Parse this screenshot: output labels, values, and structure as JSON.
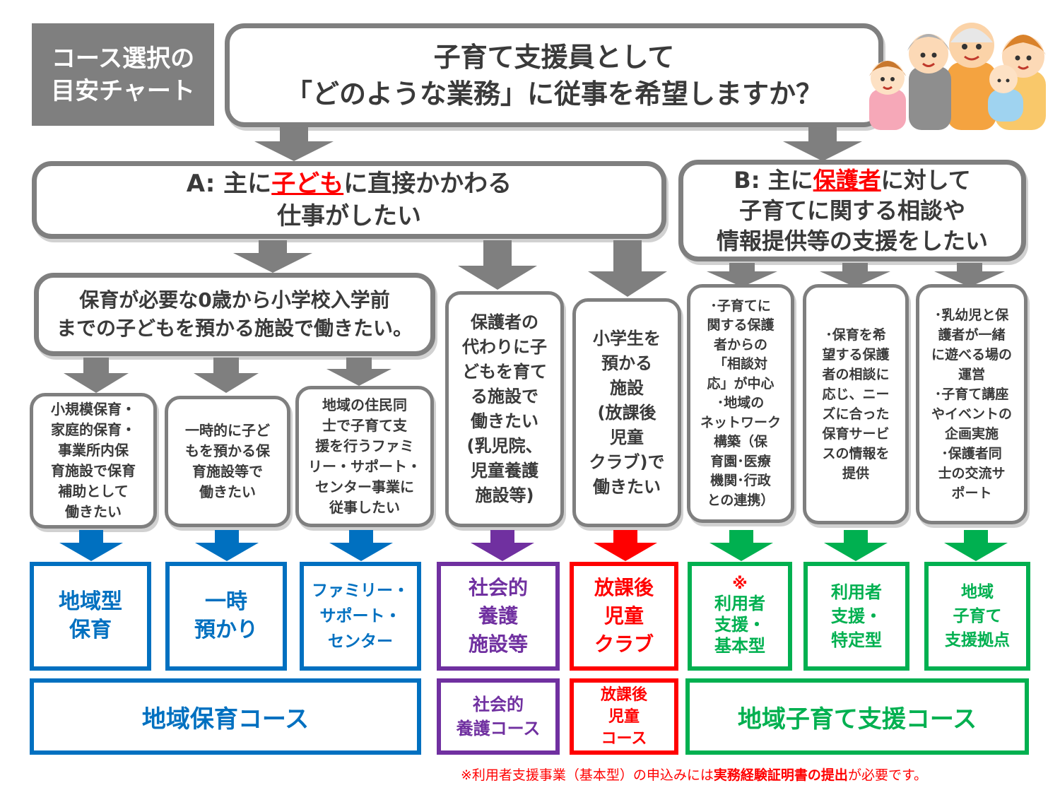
{
  "badge": {
    "label": "コース選択の\n目安チャート"
  },
  "question": {
    "line1": "子育て支援員として",
    "line2": "「どのような業務」に従事を希望しますか？"
  },
  "branch_a": {
    "prefix": "A:  主に",
    "highlight": "子ども",
    "suffix": "に直接かかわる",
    "line2": "仕事がしたい"
  },
  "branch_b": {
    "prefix": "B:  主に",
    "highlight": "保護者",
    "suffix": "に対して",
    "line2": "子育てに関する相談や",
    "line3": "情報提供等の支援をしたい"
  },
  "sub_a1": {
    "text": "保育が必要な0歳から小学校入学前\nまでの子どもを預かる施設で働きたい。"
  },
  "options": {
    "shokibo": "小規模保育・\n家庭的保育・\n事業所内保\n育施設で保育\n補助として\n働きたい",
    "ichiji": "一時的に子ど\nもを預かる保\n育施設等で\n働きたい",
    "family": "地域の住民同\n士で子育て支\n援を行うファミ\nリー・サポート・\nセンター事業に\n従事したい",
    "yogo": "保護者の\n代わりに子\nどもを育て\nる施設で\n働きたい\n(乳児院、\n児童養護\n施設等)",
    "houkago": "小学生を\n預かる\n施設\n(放課後\n児童\nクラブ)で\n働きたい",
    "kihon": "･子育てに\n関する保護\n者からの\n「相談対\n応」が中心\n･地域の\nネットワーク\n構築（保\n育園･医療\n機関･行政\nとの連携）",
    "tokutei": "･保育を希\n望する保護\n者の相談に\n応じ、ニー\nズに合った\n保育サービ\nスの情報を\n提供",
    "kyoten": "･乳幼児と保\n護者が一緒\nに遊べる場の\n運営\n･子育て講座\nやイベントの\n企画実施\n･保護者同\n士の交流サ\nポート"
  },
  "programs": {
    "chiiki_hoiku": "地域型\n保育",
    "ichiji": "一時\n預かり",
    "family": "ファミリー・\nサポート・\nセンター",
    "yogo": "社会的\n養護\n施設等",
    "houkago": "放課後\n児童\nクラブ",
    "kihon_mark": "※",
    "kihon": "利用者\n支援・\n基本型",
    "tokutei": "利用者\n支援・\n特定型",
    "kyoten": "地域\n子育て\n支援拠点"
  },
  "courses": {
    "hoiku": "地域保育コース",
    "yogo": "社会的\n養護コース",
    "houkago": "放課後\n児童\nコース",
    "kosodate": "地域子育て支援コース"
  },
  "footnote": {
    "pre": "※利用者支援事業（基本型）の申込みには",
    "bold": "実務経験証明書の提出",
    "post": "が必要です。"
  },
  "colors": {
    "gray": "#7f7f7f",
    "blue": "#0070c0",
    "purple": "#7030a0",
    "red": "#ff0000",
    "green": "#00b050"
  },
  "decor": {
    "illustration": "family-illustration"
  }
}
